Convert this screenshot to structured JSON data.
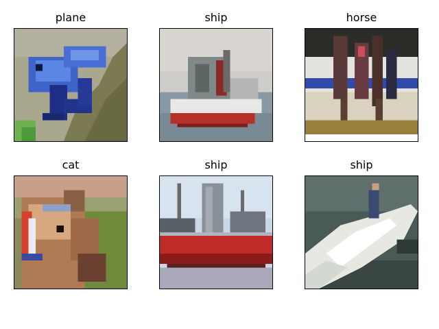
{
  "panels": [
    {
      "title": "plane",
      "image_subject": "blue frog on a mossy slope"
    },
    {
      "title": "ship",
      "image_subject": "red and white fishing boat on water"
    },
    {
      "title": "horse",
      "image_subject": "riders on horses in front of a white barrier"
    },
    {
      "title": "cat",
      "image_subject": "horse head with decorated bridle"
    },
    {
      "title": "ship",
      "image_subject": "large red cargo ship in harbor"
    },
    {
      "title": "ship",
      "image_subject": "white speedboat on dark water"
    }
  ]
}
